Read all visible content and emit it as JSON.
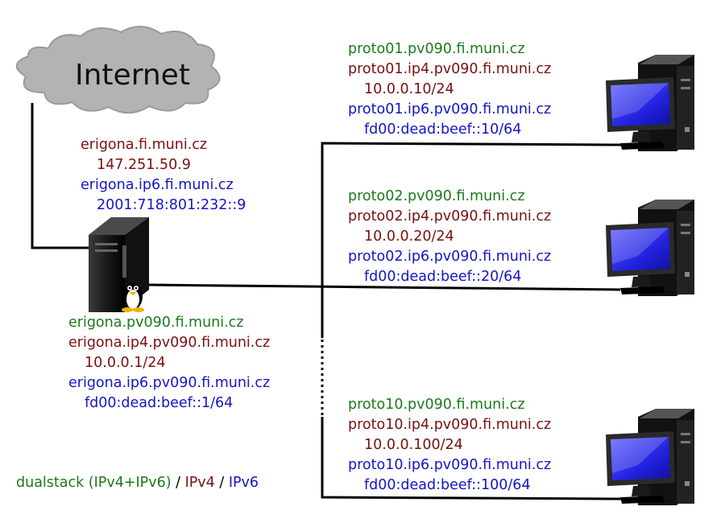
{
  "cloud": {
    "label": "Internet",
    "color": "#b3b3b3"
  },
  "gateway": {
    "public_host": "erigona.fi.muni.cz",
    "public_ip4": "147.251.50.9",
    "public_host6": "erigona.ip6.fi.muni.cz",
    "public_ip6": "2001:718:801:232::9",
    "lan_host": "erigona.pv090.fi.muni.cz",
    "lan_host4": "erigona.ip4.pv090.fi.muni.cz",
    "lan_ip4": "10.0.0.1/24",
    "lan_host6": "erigona.ip6.pv090.fi.muni.cz",
    "lan_ip6": "fd00:dead:beef::1/64"
  },
  "hosts": [
    {
      "name": "proto01.pv090.fi.muni.cz",
      "name4": "proto01.ip4.pv090.fi.muni.cz",
      "ip4": "10.0.0.10/24",
      "name6": "proto01.ip6.pv090.fi.muni.cz",
      "ip6": "fd00:dead:beef::10/64"
    },
    {
      "name": "proto02.pv090.fi.muni.cz",
      "name4": "proto02.ip4.pv090.fi.muni.cz",
      "ip4": "10.0.0.20/24",
      "name6": "proto02.ip6.pv090.fi.muni.cz",
      "ip6": "fd00:dead:beef::20/64"
    },
    {
      "name": "proto10.pv090.fi.muni.cz",
      "name4": "proto10.ip4.pv090.fi.muni.cz",
      "ip4": "10.0.0.100/24",
      "name6": "proto10.ip6.pv090.fi.muni.cz",
      "ip6": "fd00:dead:beef::100/64"
    }
  ],
  "legend": {
    "dualstack": "dualstack (IPv4+IPv6)",
    "sep1": " / ",
    "ipv4": "IPv4",
    "sep2": " / ",
    "ipv6": "IPv6"
  },
  "colors": {
    "dualstack": "#1a7a1a",
    "ipv4": "#7a1010",
    "ipv6": "#1515c8",
    "link": "#000000",
    "screen": "#2d2df0"
  },
  "icons": {
    "server": "tux-server-tower-icon",
    "workstation": "desktop-computer-icon"
  }
}
